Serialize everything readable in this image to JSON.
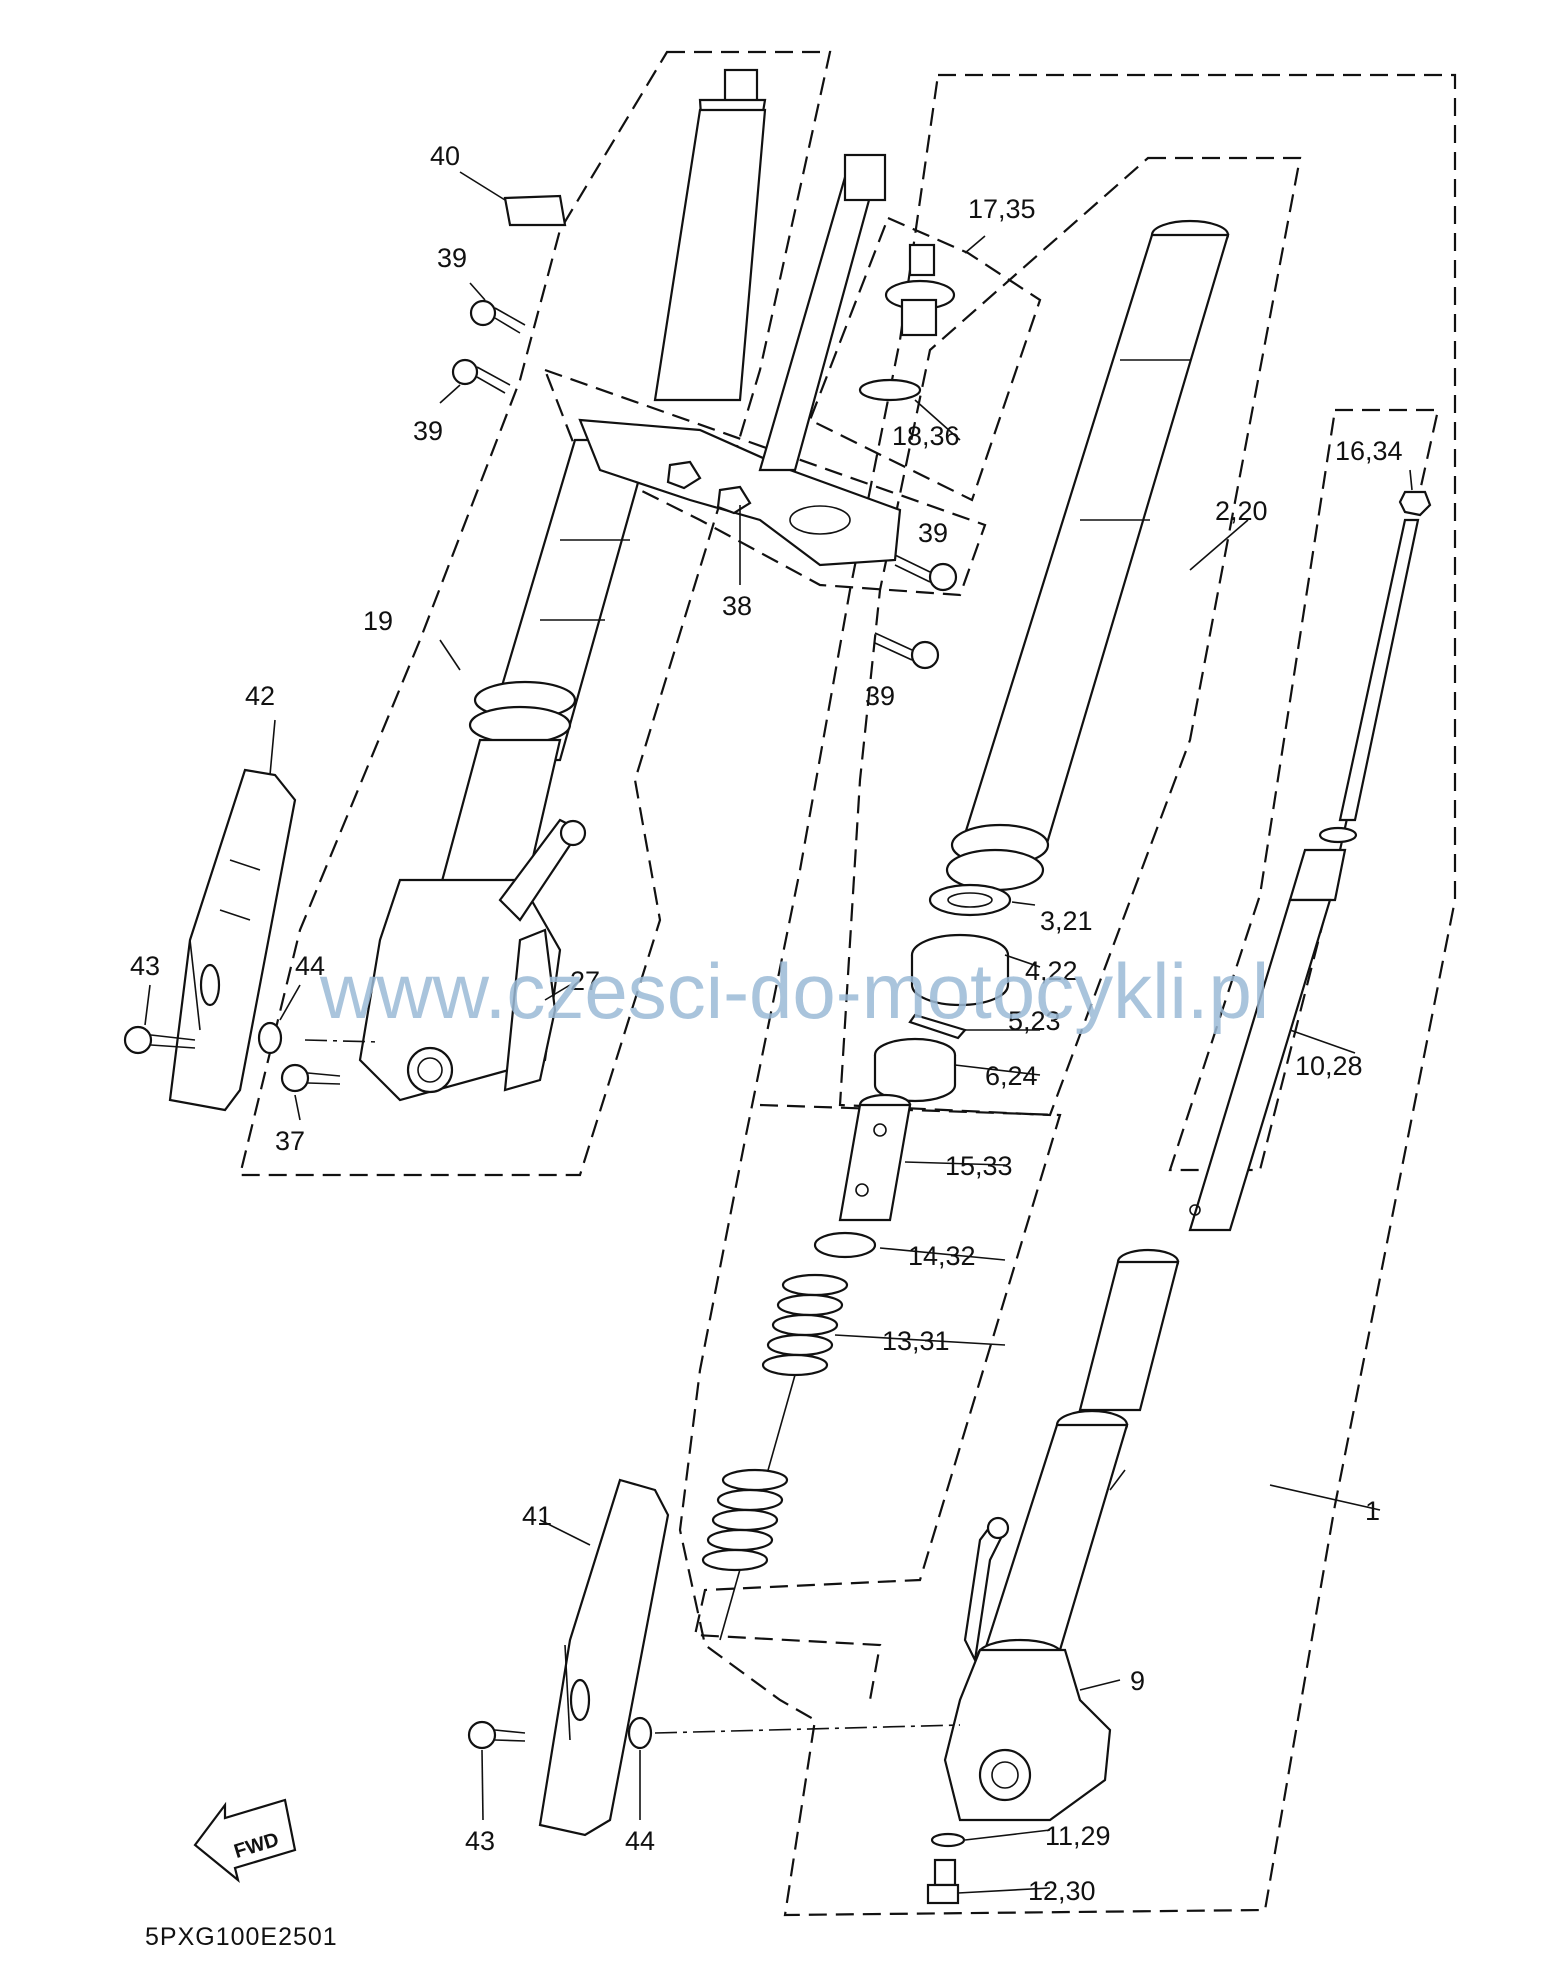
{
  "diagram": {
    "code": "5PXG100E2501",
    "watermark": "www.czesci-do-motocykli.pl",
    "fwd_label": "FWD",
    "labels": [
      {
        "id": "l40",
        "text": "40"
      },
      {
        "id": "l39a",
        "text": "39"
      },
      {
        "id": "l39b",
        "text": "39"
      },
      {
        "id": "l39c",
        "text": "39"
      },
      {
        "id": "l39d",
        "text": "39"
      },
      {
        "id": "l17_35",
        "text": "17,35"
      },
      {
        "id": "l18_36",
        "text": "18,36"
      },
      {
        "id": "l16_34",
        "text": "16,34"
      },
      {
        "id": "l2_20",
        "text": "2,20"
      },
      {
        "id": "l38",
        "text": "38"
      },
      {
        "id": "l19",
        "text": "19"
      },
      {
        "id": "l42",
        "text": "42"
      },
      {
        "id": "l43a",
        "text": "43"
      },
      {
        "id": "l44a",
        "text": "44"
      },
      {
        "id": "l27",
        "text": "27"
      },
      {
        "id": "l37",
        "text": "37"
      },
      {
        "id": "l3_21",
        "text": "3,21"
      },
      {
        "id": "l4_22",
        "text": "4,22"
      },
      {
        "id": "l5_23",
        "text": "5,23"
      },
      {
        "id": "l6_24",
        "text": "6,24"
      },
      {
        "id": "l10_28",
        "text": "10,28"
      },
      {
        "id": "l15_33",
        "text": "15,33"
      },
      {
        "id": "l14_32",
        "text": "14,32"
      },
      {
        "id": "l13_31",
        "text": "13,31"
      },
      {
        "id": "l1",
        "text": "1"
      },
      {
        "id": "l41",
        "text": "41"
      },
      {
        "id": "l9",
        "text": "9"
      },
      {
        "id": "l43b",
        "text": "43"
      },
      {
        "id": "l44b",
        "text": "44"
      },
      {
        "id": "l11_29",
        "text": "11,29"
      },
      {
        "id": "l12_30",
        "text": "12,30"
      }
    ]
  }
}
